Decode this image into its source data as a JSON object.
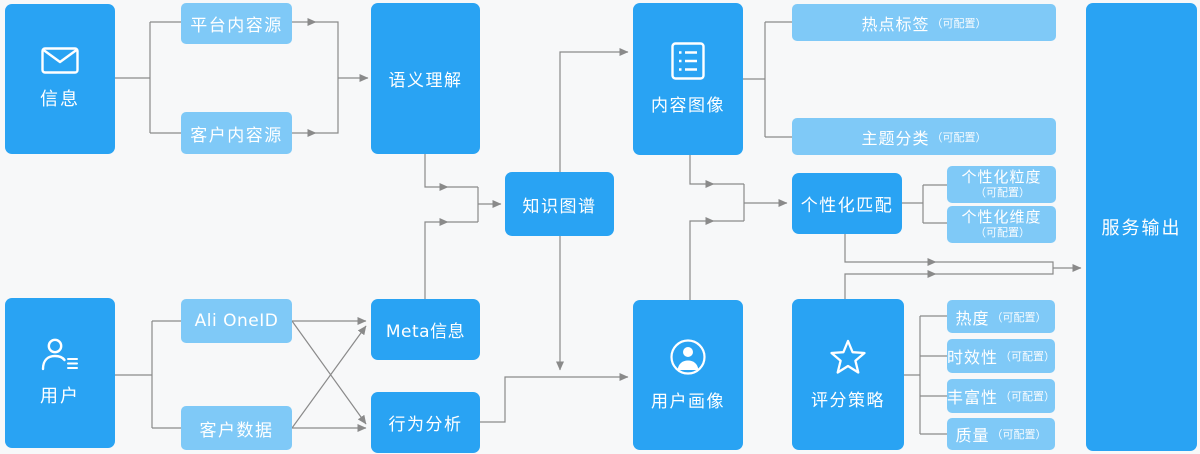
{
  "diagram": {
    "background": "#F7F8F9",
    "colors": {
      "primary_blue": "#29A3F3",
      "light_blue": "#7FC9F7",
      "connector_gray": "#8A8A8A",
      "label_white": "#FFFFFF"
    },
    "nodes": {
      "info": {
        "label": "信息",
        "icon": "envelope-icon"
      },
      "platform_content_source": {
        "label": "平台内容源"
      },
      "customer_content_source": {
        "label": "客户内容源"
      },
      "semantic_understanding": {
        "label": "语义理解"
      },
      "user": {
        "label": "用户",
        "icon": "user-list-icon"
      },
      "ali_oneid": {
        "label": "Ali OneID"
      },
      "customer_data": {
        "label": "客户数据"
      },
      "meta_info": {
        "label": "Meta信息"
      },
      "behavior_analysis": {
        "label": "行为分析"
      },
      "knowledge_graph": {
        "label": "知识图谱"
      },
      "content_profile": {
        "label": "内容图像",
        "icon": "list-icon"
      },
      "user_profile": {
        "label": "用户画像",
        "icon": "user-circle-icon"
      },
      "personalized_match": {
        "label": "个性化匹配"
      },
      "hot_tags": {
        "label": "热点标签",
        "suffix": "（可配置）"
      },
      "topic_classification": {
        "label": "主题分类",
        "suffix": "（可配置）"
      },
      "personalization_granularity": {
        "label": "个性化粒度",
        "suffix": "（可配置）"
      },
      "personalization_dimension": {
        "label": "个性化维度",
        "suffix": "（可配置）"
      },
      "scoring_strategy": {
        "label": "评分策略",
        "icon": "star-icon"
      },
      "heat": {
        "label": "热度",
        "suffix": "（可配置）"
      },
      "timeliness": {
        "label": "时效性",
        "suffix": "（可配置）"
      },
      "richness": {
        "label": "丰富性",
        "suffix": "（可配置）"
      },
      "quality": {
        "label": "质量",
        "suffix": "（可配置）"
      },
      "service_output": {
        "label": "服务输出"
      }
    }
  }
}
